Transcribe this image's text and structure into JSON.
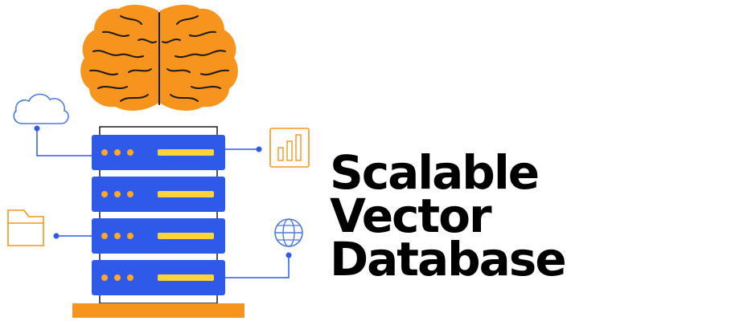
{
  "headline": {
    "line1": "Scalable",
    "line2": "Vector",
    "line3": "Database"
  },
  "illustration": {
    "icons": [
      "brain-icon",
      "cloud-icon",
      "bar-chart-icon",
      "folder-icon",
      "globe-icon",
      "server-rack-icon"
    ],
    "colors": {
      "brain": "#F7941D",
      "brain_outline": "#1a1a1a",
      "server": "#2F59E8",
      "server_dark": "#1E3FB8",
      "slot": "#FFD43B",
      "led": "#FFA726",
      "base": "#F7941D",
      "connector": "#2F59E8",
      "icon_outline": "#4A7BE0",
      "icon_orange": "#F7941D"
    }
  }
}
